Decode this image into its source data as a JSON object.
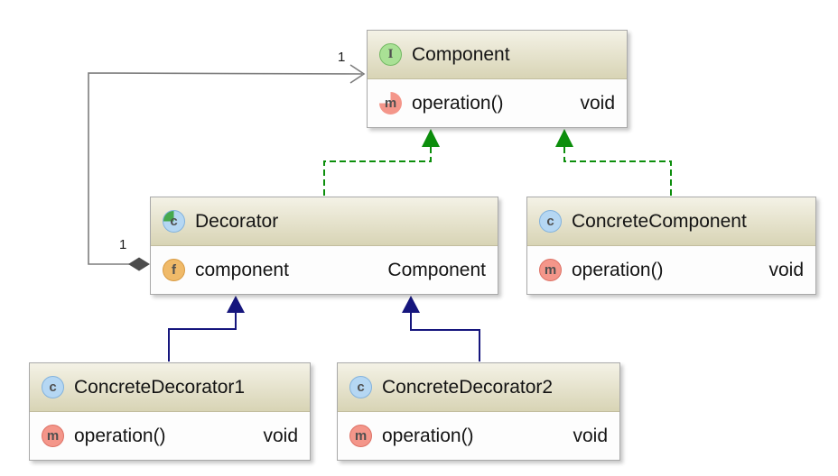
{
  "diagram": {
    "background": "#ffffff",
    "classes": [
      {
        "name": "Component",
        "stereotype": "interface",
        "icon": "interface-icon",
        "icon_letter": "I",
        "members": [
          {
            "icon": "abstract-method-icon",
            "icon_letter": "m",
            "name": "operation()",
            "type": "void"
          }
        ]
      },
      {
        "name": "Decorator",
        "stereotype": "abstract class",
        "icon": "abstract-class-icon",
        "icon_letter": "c",
        "members": [
          {
            "icon": "field-icon",
            "icon_letter": "f",
            "name": "component",
            "type": "Component"
          }
        ]
      },
      {
        "name": "ConcreteComponent",
        "stereotype": "class",
        "icon": "class-icon",
        "icon_letter": "c",
        "members": [
          {
            "icon": "method-icon",
            "icon_letter": "m",
            "name": "operation()",
            "type": "void"
          }
        ]
      },
      {
        "name": "ConcreteDecorator1",
        "stereotype": "class",
        "icon": "class-icon",
        "icon_letter": "c",
        "members": [
          {
            "icon": "method-icon",
            "icon_letter": "m",
            "name": "operation()",
            "type": "void"
          }
        ]
      },
      {
        "name": "ConcreteDecorator2",
        "stereotype": "class",
        "icon": "class-icon",
        "icon_letter": "c",
        "members": [
          {
            "icon": "method-icon",
            "icon_letter": "m",
            "name": "operation()",
            "type": "void"
          }
        ]
      }
    ],
    "edges": [
      {
        "type": "aggregation",
        "from": "Decorator",
        "to": "Component",
        "source_multiplicity": "1",
        "target_multiplicity": "1"
      },
      {
        "type": "realization",
        "from": "Decorator",
        "to": "Component"
      },
      {
        "type": "realization",
        "from": "ConcreteComponent",
        "to": "Component"
      },
      {
        "type": "inheritance",
        "from": "ConcreteDecorator1",
        "to": "Decorator"
      },
      {
        "type": "inheritance",
        "from": "ConcreteDecorator2",
        "to": "Decorator"
      }
    ],
    "colors": {
      "realization": "#0c8e0c",
      "inheritance": "#16167d",
      "aggregation": "#7d7d7d",
      "diamond": "#4c4c4c",
      "header_top": "#f4f2e6",
      "header_bottom": "#d8d4b5",
      "interface_icon": "#a9e195",
      "class_icon": "#b5d7f3",
      "method_icon": "#f4968a",
      "field_icon": "#f0ba69"
    }
  }
}
